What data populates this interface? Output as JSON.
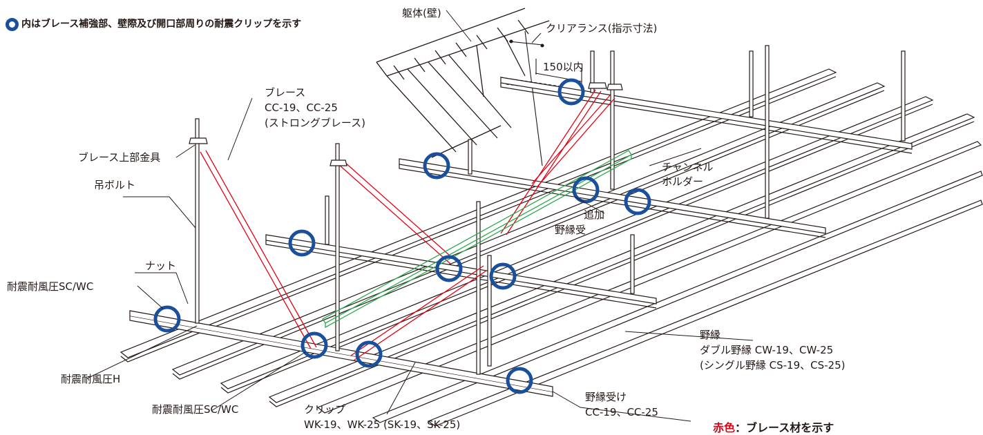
{
  "legend_top": {
    "text": "内はブレース補強部、壁際及び開口部周りの耐震クリップを示す",
    "ring_color": "#1a4f9c"
  },
  "legend_bottom": {
    "colored": "赤色",
    "text": "：ブレース材を示す",
    "color": "#e60012"
  },
  "labels": {
    "wall": "躯体(壁)",
    "clearance": "クリアランス(指示寸法)",
    "within150": "150以内",
    "brace_title": "ブレース",
    "brace_models": "CC-19、CC-25",
    "brace_strong": "(ストロングブレース)",
    "brace_top_fitting": "ブレース上部金具",
    "hanging_bolt": "吊ボルト",
    "nut": "ナット",
    "seismic_sc_wc_1": "耐震耐風圧SC/WC",
    "seismic_h": "耐震耐風圧H",
    "seismic_sc_wc_2": "耐震耐風圧SC/WC",
    "clip_title": "クリップ",
    "clip_models": "WK-19、WK-25 (SK-19、SK-25)",
    "channel_holder_1": "チャンネル",
    "channel_holder_2": "ホルダー",
    "added_1": "追加",
    "added_2": "野縁受",
    "furring_title": "野縁",
    "furring_double": "ダブル野縁 CW-19、CW-25",
    "furring_single": "(シングル野縁 CS-19、CS-25)",
    "furring_receiver_title": "野縁受け",
    "furring_receiver_models": "CC-19、CC-25"
  },
  "colors": {
    "line": "#231815",
    "brace": "#e60012",
    "added_receiver": "#2fa84f",
    "highlight_ring": "#1a4f9c"
  },
  "icons": [
    "seismic-clip-highlight-icon"
  ]
}
